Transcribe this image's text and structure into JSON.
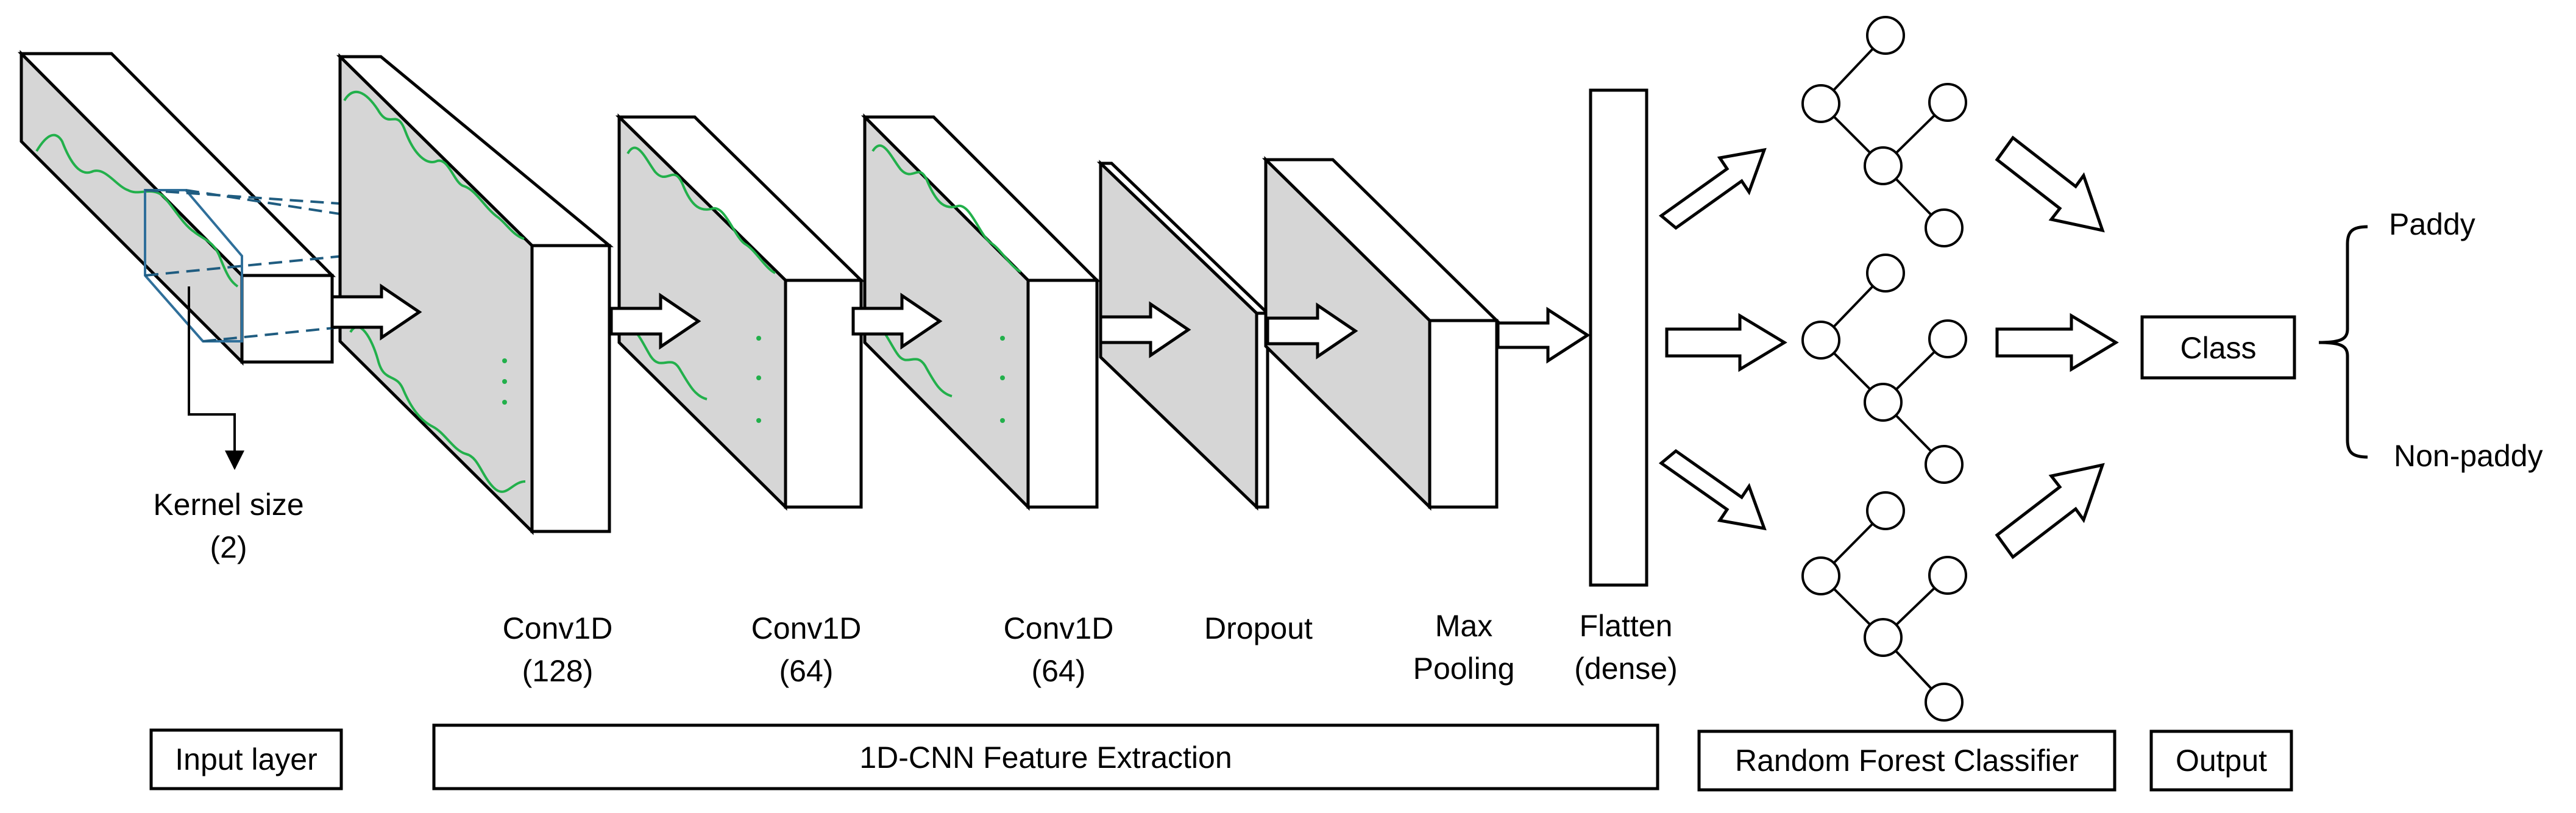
{
  "kernel": {
    "label_line1": "Kernel size",
    "label_line2": "(2)"
  },
  "layers": [
    {
      "line1": "Conv1D",
      "line2": "(128)"
    },
    {
      "line1": "Conv1D",
      "line2": "(64)"
    },
    {
      "line1": "Conv1D",
      "line2": "(64)"
    },
    {
      "line1": "Dropout",
      "line2": ""
    },
    {
      "line1": "Max",
      "line2": "Pooling"
    },
    {
      "line1": "Flatten",
      "line2": "(dense)"
    }
  ],
  "output_block": {
    "class_label": "Class"
  },
  "classes": [
    "Paddy",
    "Non-paddy"
  ],
  "sections": {
    "input": "Input layer",
    "feature_extraction": "1D-CNN Feature Extraction",
    "classifier": "Random Forest Classifier",
    "output": "Output"
  },
  "colors": {
    "signal": "#22b04b",
    "kernel_window": "#1f5c80",
    "face_fill": "#d6d6d6",
    "stroke": "#000000"
  }
}
